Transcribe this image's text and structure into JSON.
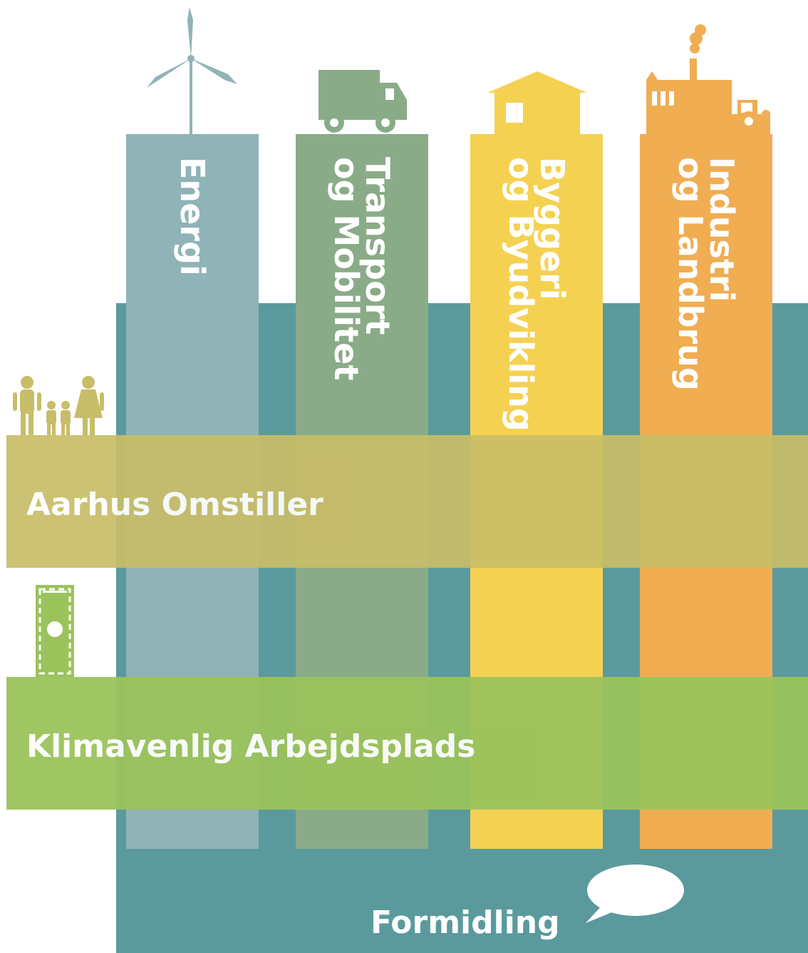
{
  "pillars": [
    {
      "label": "Energi",
      "color": "#8fb3b6",
      "icon": "wind-turbine-icon"
    },
    {
      "label": "Transport\nog Mobilitet",
      "color": "#8aab88",
      "icon": "truck-icon"
    },
    {
      "label": "Byggeri\nog Byudvikling",
      "color": "#f5d152",
      "icon": "house-icon"
    },
    {
      "label": "Industri\nog Landbrug",
      "color": "#f0ad52",
      "icon": "factory-icon"
    }
  ],
  "bands": [
    {
      "label": "Aarhus Omstiller",
      "color": "#c8bd68",
      "icon": "family-icon"
    },
    {
      "label": "Klimavenlig Arbejdsplads",
      "color": "#9bc35c",
      "icon": "certificate-icon"
    }
  ],
  "base": {
    "label": "Formidling",
    "color": "#5a9a9d",
    "icon": "speech-bubble-icon"
  }
}
